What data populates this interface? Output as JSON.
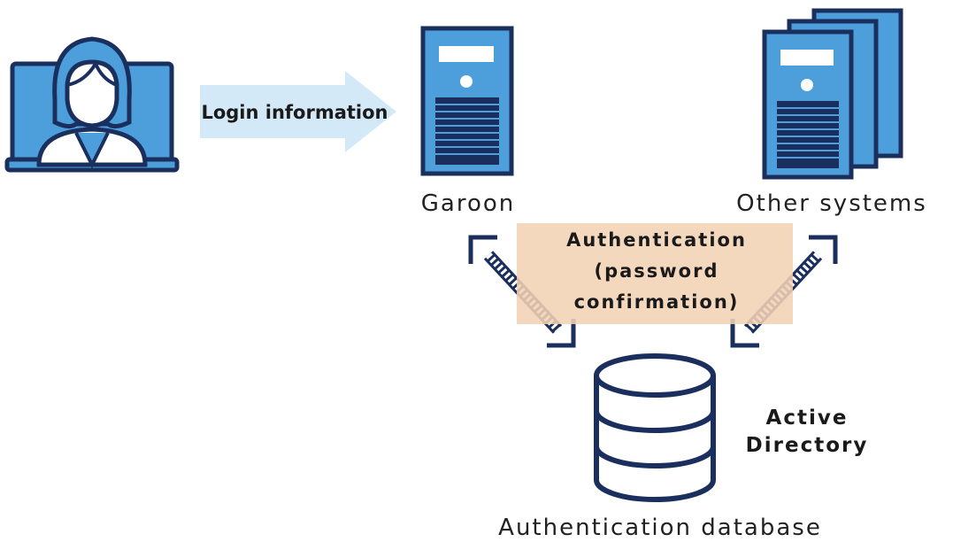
{
  "labels": {
    "login": "Login information",
    "garoon": "Garoon",
    "other_systems": "Other systems",
    "auth_line1": "Authentication",
    "auth_line2": "(password",
    "auth_line3": "confirmation)",
    "ad_line1": "Active",
    "ad_line2": "Directory",
    "auth_db": "Authentication database"
  },
  "icons": {
    "user": "user-at-laptop-icon",
    "garoon": "server-icon",
    "other": "server-stack-icon",
    "database": "database-icon"
  },
  "colors": {
    "navy": "#1b2f5e",
    "blue": "#4d9fdb",
    "light_blue": "#d3e9f8",
    "peach": "#f3d3b5"
  }
}
